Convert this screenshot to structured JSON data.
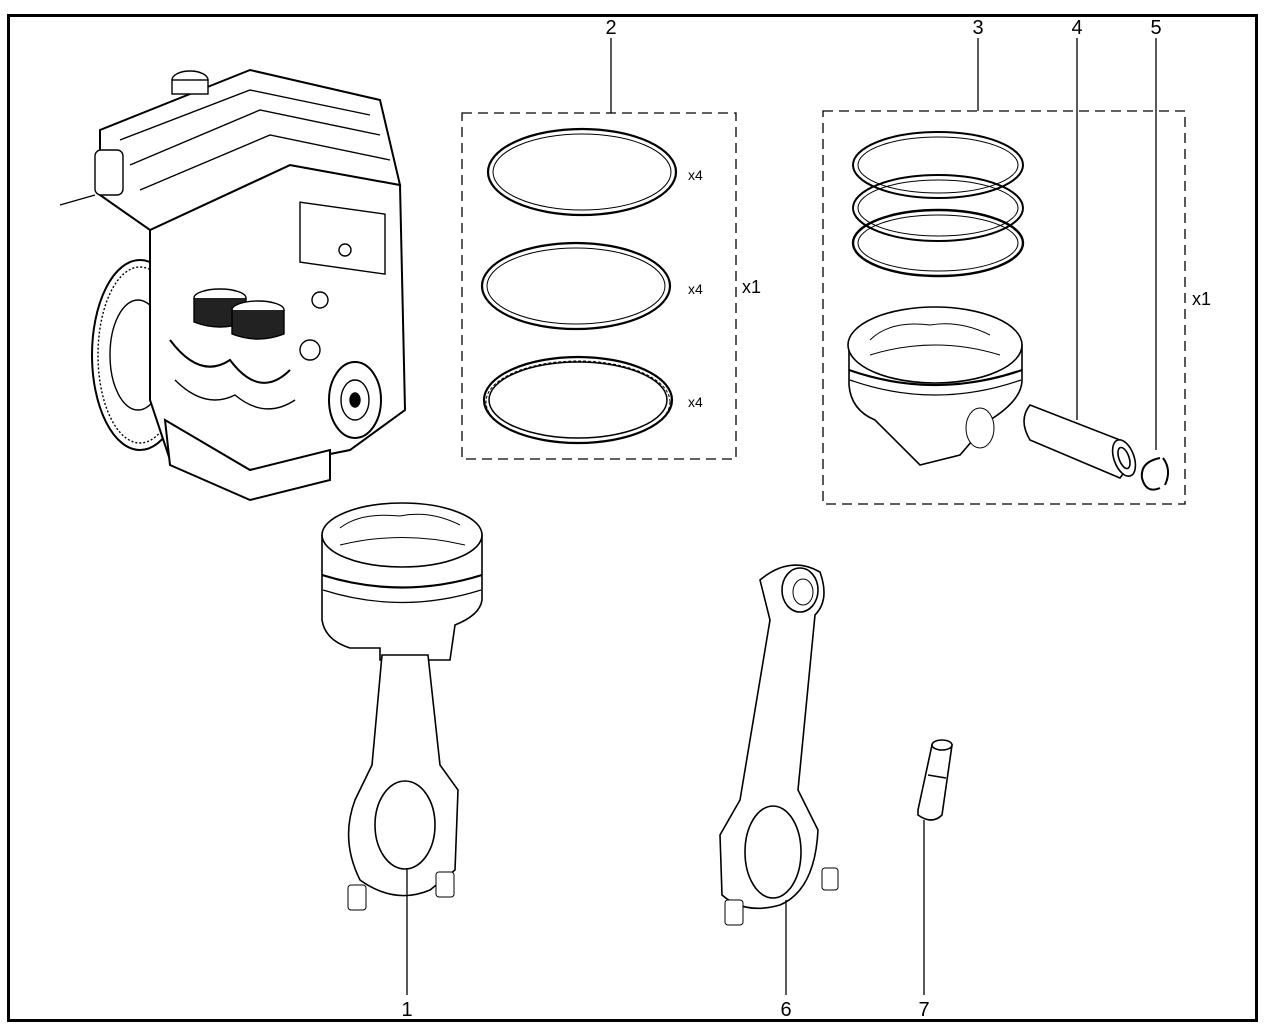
{
  "callouts": {
    "n1": "1",
    "n2": "2",
    "n3": "3",
    "n4": "4",
    "n5": "5",
    "n6": "6",
    "n7": "7"
  },
  "quantities": {
    "ring_top": "x4",
    "ring_middle": "x4",
    "ring_bottom": "x4",
    "ring_set": "x1",
    "piston_kit": "x1"
  },
  "colors": {
    "line": "#000000",
    "background": "#ffffff",
    "shading": "#bfbfbf"
  }
}
